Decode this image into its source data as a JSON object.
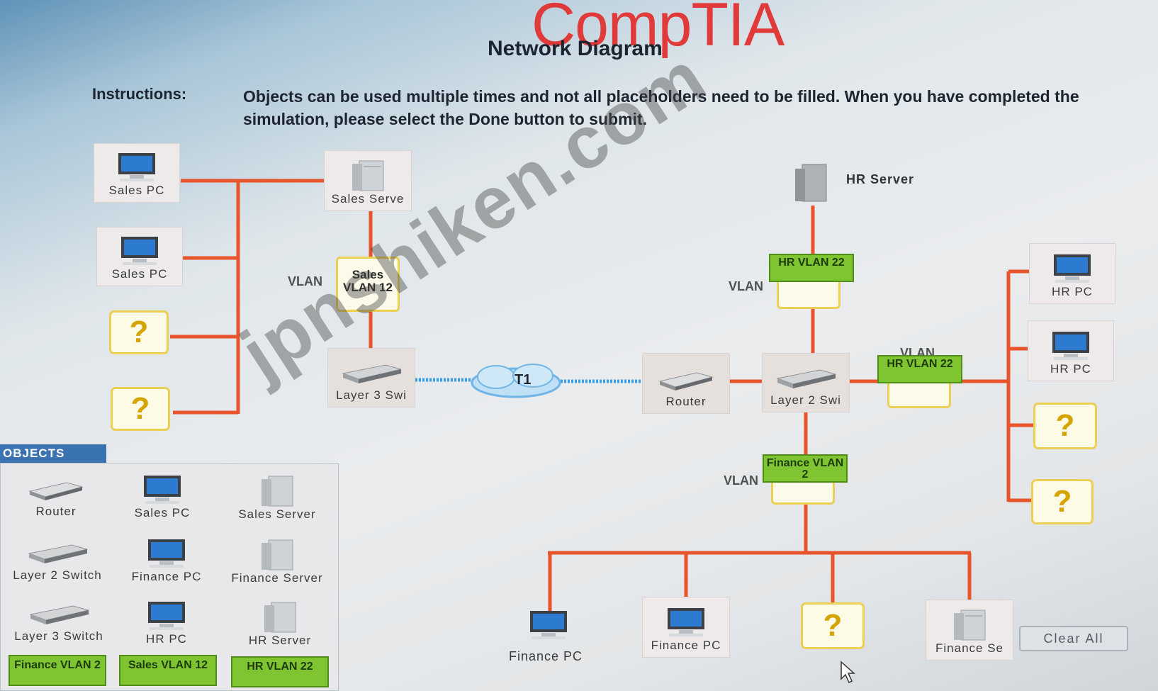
{
  "brand": "CompTIA",
  "title": "Network Diagram",
  "instructions": {
    "label": "Instructions:",
    "text": "Objects can be used multiple times and not all placeholders need to be filled. When you have completed the simulation, please select the Done button to submit."
  },
  "placeholder_symbol": "?",
  "vlan_word": "VLAN",
  "labels": {
    "sales_pc": "Sales PC",
    "sales_server": "Sales Serve",
    "layer3": "Layer 3 Swi",
    "router": "Router",
    "layer2": "Layer 2 Swi",
    "hr_server": "HR Server",
    "hr_pc": "HR PC",
    "finance_pc": "Finance PC",
    "finance_server": "Finance Se",
    "t1": "T1"
  },
  "vlan_tags": {
    "sales": "Sales VLAN 12",
    "hr": "HR VLAN 22",
    "finance": "Finance VLAN 2"
  },
  "objects": {
    "tab": "OBJECTS",
    "items": [
      "Router",
      "Sales PC",
      "Sales Server",
      "Layer 2 Switch",
      "Finance PC",
      "Finance Server",
      "Layer 3 Switch",
      "HR PC",
      "HR Server"
    ],
    "vlans": [
      "Finance VLAN 2",
      "Sales VLAN 12",
      "HR VLAN 22"
    ]
  },
  "clear_all": "Clear All",
  "watermark": "jpnshiken.com",
  "colors": {
    "link": "#e8542b",
    "t1": "#3aa0e8",
    "vlan_green": "#7fc431",
    "placeholder": "#ecd053",
    "brand": "#e03a3a",
    "objects_tab": "#3b72b1"
  },
  "icons": {
    "pc": "desktop-monitor-icon",
    "server": "tower-server-icon",
    "switch": "rack-switch-icon",
    "router": "router-icon",
    "cloud": "t1-cloud-icon",
    "cursor": "mouse-pointer-icon"
  }
}
